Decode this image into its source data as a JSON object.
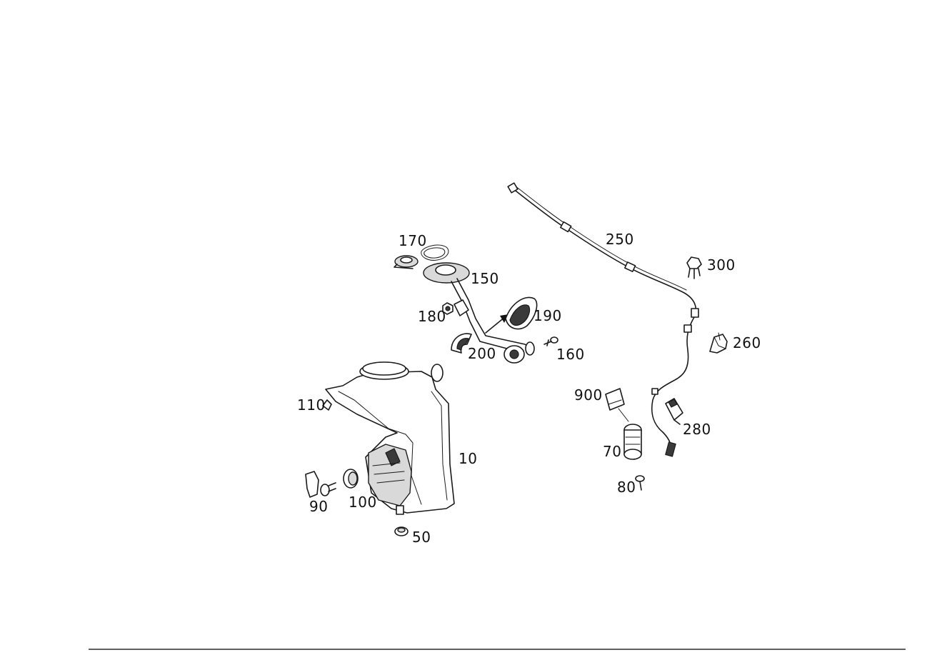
{
  "diagram": {
    "part_numbers": {
      "p10": "10",
      "p50": "50",
      "p70": "70",
      "p80": "80",
      "p90": "90",
      "p100": "100",
      "p110": "110",
      "p150": "150",
      "p160": "160",
      "p170": "170",
      "p180": "180",
      "p190": "190",
      "p200": "200",
      "p250": "250",
      "p260": "260",
      "p280": "280",
      "p300": "300",
      "p900": "900"
    }
  },
  "colors": {
    "line": "#1a1a1a",
    "background": "#ffffff",
    "shade": "#d9d9d9"
  }
}
